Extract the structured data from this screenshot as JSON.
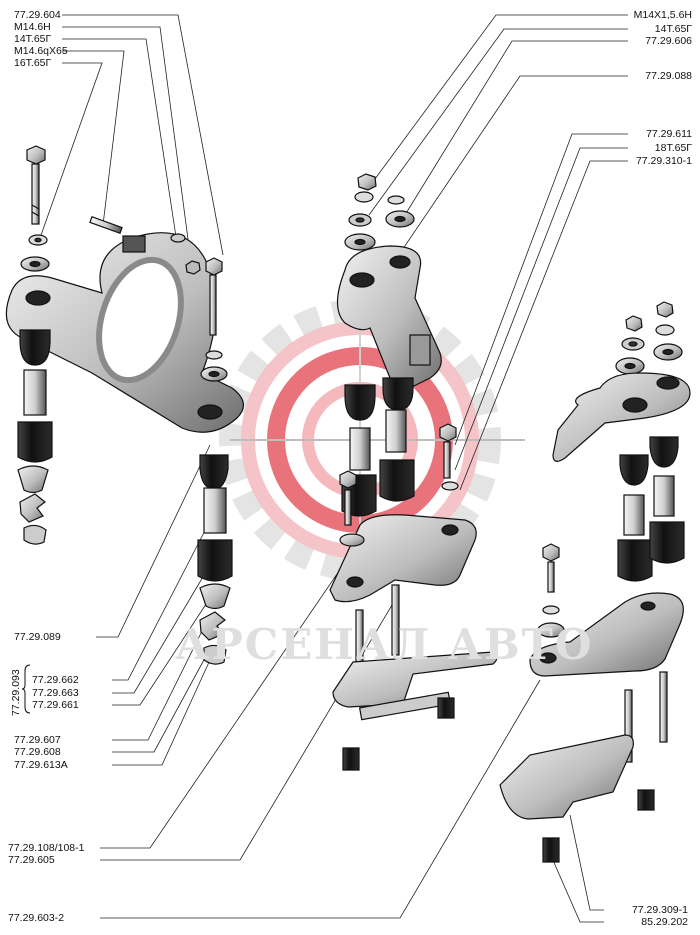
{
  "diagram": {
    "labels_top_left": [
      "77.29.604",
      "M14.6H",
      "14T.65Г",
      "M14.6qX65",
      "16T.65Г"
    ],
    "labels_top_right": [
      "M14X1,5.6H",
      "14T.65Г",
      "77.29.606",
      "77.29.088",
      "77.29.611",
      "18T.65Г",
      "77.29.310-1"
    ],
    "labels_bottom_left": {
      "first": "77.29.089",
      "group_code": "77.29.093",
      "group_items": [
        "77.29.662",
        "77.29.663",
        "77.29.661"
      ],
      "rest": [
        "77.29.607",
        "77.29.608",
        "77.29.613A"
      ],
      "lower": [
        "77.29.108/108-1",
        "77.29.605"
      ],
      "bottom": "77.29.603-2"
    },
    "labels_bottom_right": [
      "77.29.309-1",
      "85.29.202"
    ]
  },
  "watermark": {
    "text": "АРСЕНАЛ АВТО",
    "colors": {
      "ring_red": "#e23a44",
      "ring_pink": "#f4b8bd",
      "gear_gray": "#dcdcdc"
    }
  },
  "drawing": {
    "ink": "#111111",
    "metal_light": "#d9d9d9",
    "metal_mid": "#9a9a9a",
    "metal_dark": "#2a2a2a"
  }
}
